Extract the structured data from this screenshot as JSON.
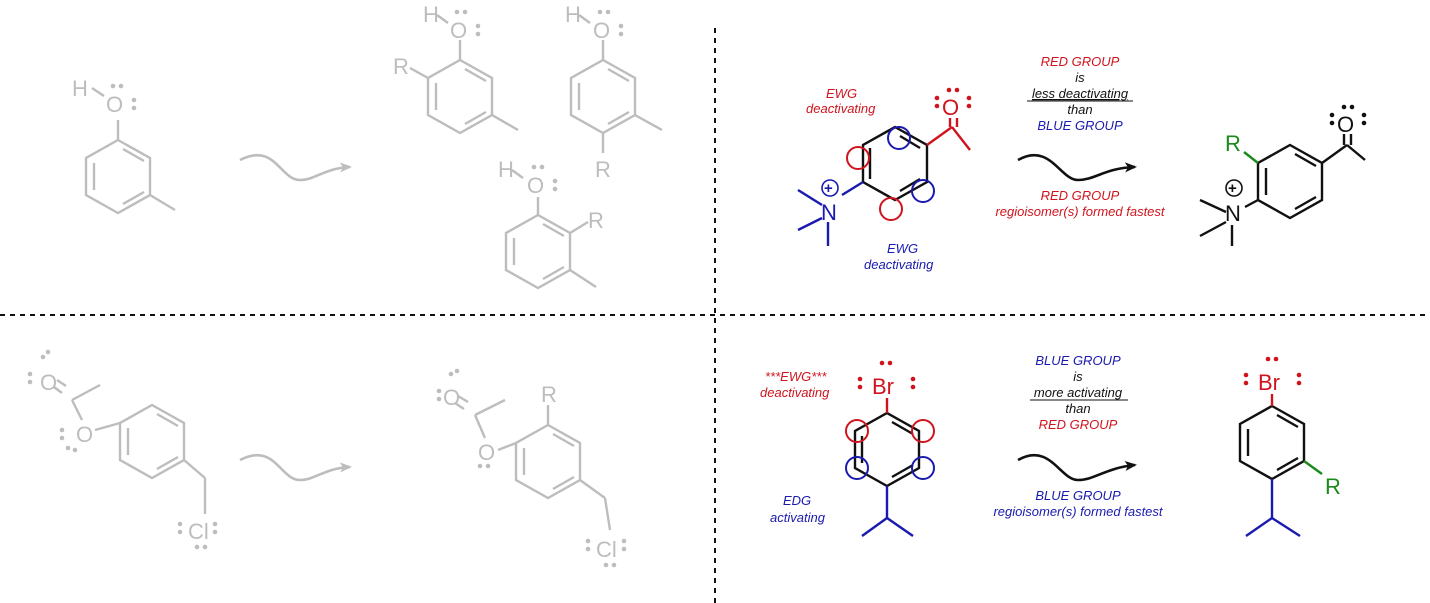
{
  "colors": {
    "red": "#d0141e",
    "blue": "#1a1aae",
    "green": "#1a8a1a",
    "grey": "#bdbdbd",
    "black": "#111111"
  },
  "q1": {
    "phenol_H": "H",
    "phenol_O": "O",
    "prod1_R": "R",
    "prod1_H": "H",
    "prod1_O": "O",
    "prod2_R": "R",
    "prod2_H": "H",
    "prod2_O": "O",
    "prod3_R": "R",
    "prod3_H": "H",
    "prod3_O": "O"
  },
  "q2": {
    "carbonyl_O": "O",
    "nitrogen": "N",
    "charge": "+",
    "red_label_1": "EWG",
    "red_label_2": "deactivating",
    "blue_label_1": "EWG",
    "blue_label_2": "deactivating",
    "arrow_top": [
      "RED GROUP",
      "is",
      "less deactivating",
      "than",
      "BLUE GROUP"
    ],
    "arrow_bottom": [
      "RED GROUP",
      "regioisomer(s) formed fastest"
    ],
    "product_R": "R",
    "product_O": "O",
    "product_N": "N",
    "product_charge": "+"
  },
  "q3": {
    "ester_O1": "O",
    "ester_O2": "O",
    "chloride": "Cl",
    "product_R": "R",
    "product_O1": "O",
    "product_O2": "O",
    "product_Cl": "Cl"
  },
  "q4": {
    "bromine": "Br",
    "red_label_1": "***EWG***",
    "red_label_2": "deactivating",
    "blue_label_1": "EDG",
    "blue_label_2": "activating",
    "arrow_top": [
      "BLUE GROUP",
      "is",
      "more activating",
      "than",
      "RED GROUP"
    ],
    "arrow_bottom": [
      "BLUE GROUP",
      "regioisomer(s) formed fastest"
    ],
    "product_Br": "Br",
    "product_R": "R"
  }
}
